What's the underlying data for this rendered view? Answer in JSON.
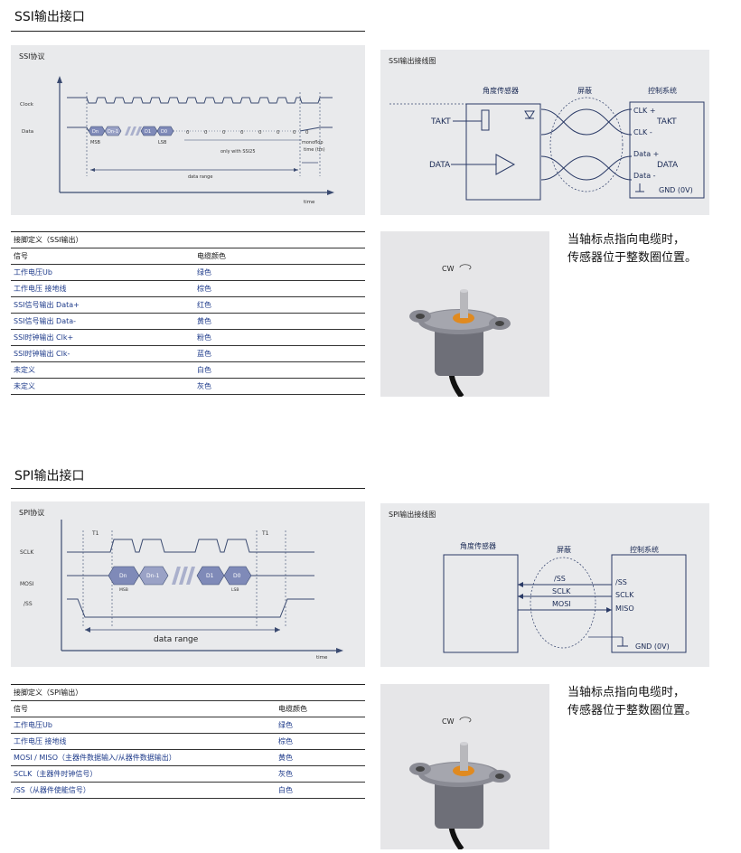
{
  "ssi": {
    "title": "SSI输出接口",
    "protocol_title": "SSI协议",
    "timing": {
      "clock_label": "Clock",
      "data_label": "Data",
      "bits": [
        "Dn",
        "Dn-1",
        "D1",
        "D0"
      ],
      "msb": "MSB",
      "lsb": "LSB",
      "zeros": [
        "0",
        "0",
        "0",
        "0",
        "0",
        "0",
        "0",
        "0"
      ],
      "only_with": "only with SSI25",
      "monoflop": "monoflop",
      "monoflop_time": "time (tm)",
      "data_range": "data range",
      "time": "time"
    },
    "wiring_title": "SSI输出接线图",
    "wiring": {
      "sensor": "角度传感器",
      "shield": "屏蔽",
      "control": "控制系统",
      "takt": "TAKT",
      "data": "DATA",
      "clk_plus": "CLK +",
      "clk_minus": "CLK -",
      "takt_right": "TAKT",
      "data_plus": "Data +",
      "data_minus": "Data -",
      "data_right": "DATA",
      "gnd": "GND (0V)"
    },
    "table": {
      "caption": "接脚定义（SSI输出）",
      "headers": [
        "信号",
        "电缆颜色"
      ],
      "rows": [
        [
          "工作电压Ub",
          "绿色"
        ],
        [
          "工作电压 接地线",
          "棕色"
        ],
        [
          "SSI信号输出 Data+",
          "红色"
        ],
        [
          "SSI信号输出 Data-",
          "黄色"
        ],
        [
          "SSI时钟输出 Clk+",
          "粉色"
        ],
        [
          "SSI时钟输出 Clk-",
          "蓝色"
        ],
        [
          "未定义",
          "白色"
        ],
        [
          "未定义",
          "灰色"
        ]
      ]
    },
    "photo_label": "CW",
    "note_line1": "当轴标点指向电缆时，",
    "note_line2": "传感器位于整数圈位置。"
  },
  "spi": {
    "title": "SPI输出接口",
    "protocol_title": "SPI协议",
    "timing": {
      "t1_left": "T1",
      "t1_right": "T1",
      "sclk": "SCLK",
      "mosi": "MOSI",
      "ss": "/SS",
      "bits": [
        "Dn",
        "Dn-1",
        "D1",
        "D0"
      ],
      "msb": "MSB",
      "lsb": "LSB",
      "data_range": "data range",
      "time": "time"
    },
    "wiring_title": "SPI输出接线图",
    "wiring": {
      "sensor": "角度传感器",
      "shield": "屏蔽",
      "control": "控制系统",
      "ss": "/SS",
      "sclk": "SCLK",
      "mosi": "MOSI",
      "ss_right": "/SS",
      "sclk_right": "SCLK",
      "miso_right": "MISO",
      "gnd": "GND (0V)"
    },
    "table": {
      "caption": "接脚定义（SPI输出）",
      "headers": [
        "信号",
        "电缆颜色"
      ],
      "rows": [
        [
          "工作电压Ub",
          "绿色"
        ],
        [
          "工作电压 接地线",
          "棕色"
        ],
        [
          "MOSI / MISO（主器件数据输入/从器件数据输出）",
          "黄色"
        ],
        [
          "SCLK（主器件时钟信号）",
          "灰色"
        ],
        [
          "/SS（从器件使能信号）",
          "白色"
        ]
      ]
    },
    "photo_label": "CW",
    "note_line1": "当轴标点指向电缆时，",
    "note_line2": "传感器位于整数圈位置。"
  }
}
